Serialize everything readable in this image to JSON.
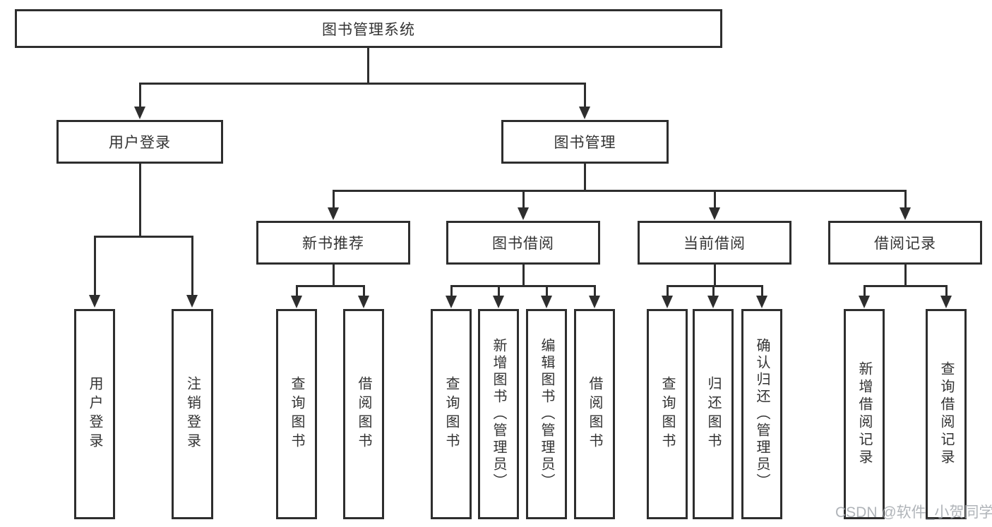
{
  "diagram": {
    "root": {
      "label": "图书管理系统"
    },
    "level2": [
      {
        "label": "用户登录"
      },
      {
        "label": "图书管理"
      }
    ],
    "level3": [
      {
        "label": "新书推荐"
      },
      {
        "label": "图书借阅"
      },
      {
        "label": "当前借阅"
      },
      {
        "label": "借阅记录"
      }
    ],
    "leaves": {
      "user_login": [
        {
          "label": "用户登录"
        },
        {
          "label": "注销登录"
        }
      ],
      "new_books": [
        {
          "label": "查询图书"
        },
        {
          "label": "借阅图书"
        }
      ],
      "book_borrow": [
        {
          "label": "查询图书"
        },
        {
          "label": "新增图书（管理员）"
        },
        {
          "label": "编辑图书（管理员）"
        },
        {
          "label": "借阅图书"
        }
      ],
      "current_borrow": [
        {
          "label": "查询图书"
        },
        {
          "label": "归还图书"
        },
        {
          "label": "确认归还（管理员）"
        }
      ],
      "borrow_records": [
        {
          "label": "新增借阅记录"
        },
        {
          "label": "查询借阅记录"
        }
      ]
    },
    "watermark": "CSDN @软件_小贺同学",
    "colors": {
      "line": "#2e2e2e",
      "text": "#333333",
      "watermark": "#a3a8ad",
      "background": "#ffffff"
    }
  }
}
